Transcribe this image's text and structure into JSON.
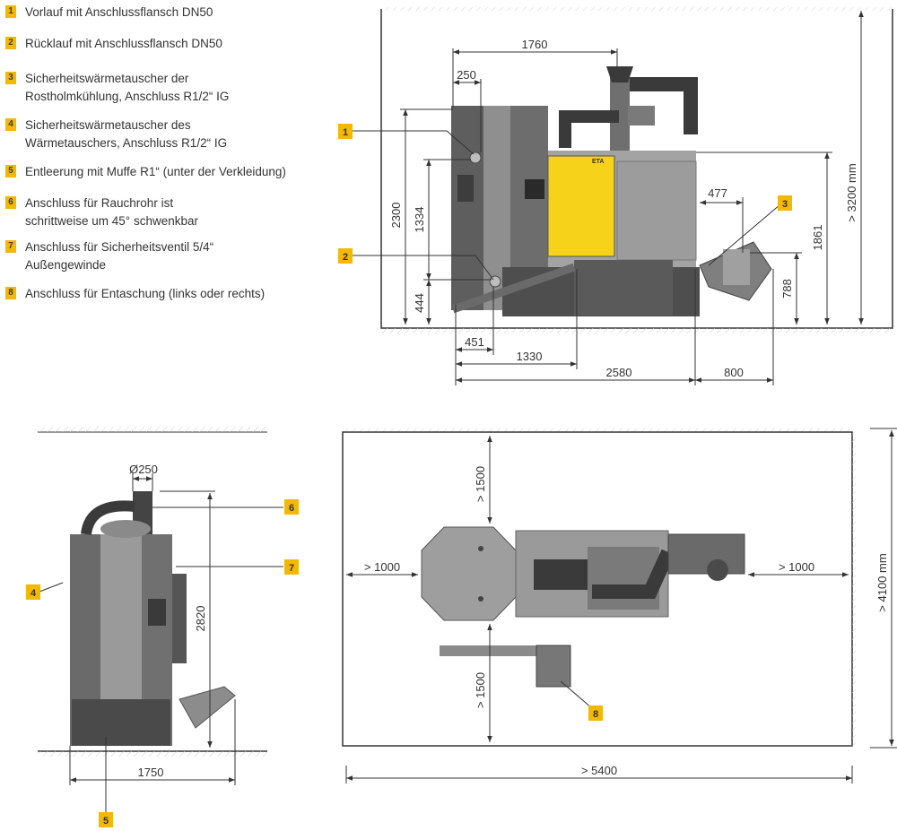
{
  "legend": {
    "items": [
      {
        "num": "1",
        "text": "Vorlauf mit Anschlussflansch DN50"
      },
      {
        "num": "2",
        "text": "Rücklauf mit Anschlussflansch DN50"
      },
      {
        "num": "3",
        "text": "Sicherheitswärmetauscher der\nRostholmkühlung, Anschluss R1/2“ IG"
      },
      {
        "num": "4",
        "text": "Sicherheitswärmetauscher des\nWärmetauschers, Anschluss R1/2“ IG"
      },
      {
        "num": "5",
        "text": "Entleerung mit Muffe R1“ (unter der Verkleidung)"
      },
      {
        "num": "6",
        "text": "Anschluss für Rauchrohr ist\nschrittweise um 45° schwenkbar"
      },
      {
        "num": "7",
        "text": "Anschluss für Sicherheitsventil 5/4“\nAußengewinde"
      },
      {
        "num": "8",
        "text": "Anschluss für Entaschung (links oder rechts)"
      }
    ]
  },
  "side_view": {
    "dims": {
      "d1760": "1760",
      "d250": "250",
      "d2300": "2300",
      "d1334": "1334",
      "d444": "444",
      "d451": "451",
      "d1330": "1330",
      "d2580": "2580",
      "d800": "800",
      "d477": "477",
      "d1861": "1861",
      "d788": "788",
      "d3200": "> 3200 mm"
    },
    "callouts": {
      "c1": "1",
      "c2": "2",
      "c3": "3"
    },
    "brand": "ETA"
  },
  "front_view": {
    "dims": {
      "d250": "Ø250",
      "d2820": "2820",
      "d1750": "1750"
    },
    "callouts": {
      "c4": "4",
      "c5": "5",
      "c6": "6",
      "c7": "7"
    }
  },
  "top_view": {
    "dims": {
      "top1500": "> 1500",
      "bottom1500": "> 1500",
      "left1000": "> 1000",
      "right1000": "> 1000",
      "d4100": "> 4100 mm",
      "d5400": "> 5400"
    },
    "callouts": {
      "c8": "8"
    }
  },
  "colors": {
    "badge": "#f3b800",
    "yellow_panel": "#f6d21a",
    "boiler_dark": "#5c5c5c",
    "boiler_mid": "#8a8a8a",
    "boiler_light": "#b9b9b9",
    "pipe": "#3a3a3a"
  }
}
